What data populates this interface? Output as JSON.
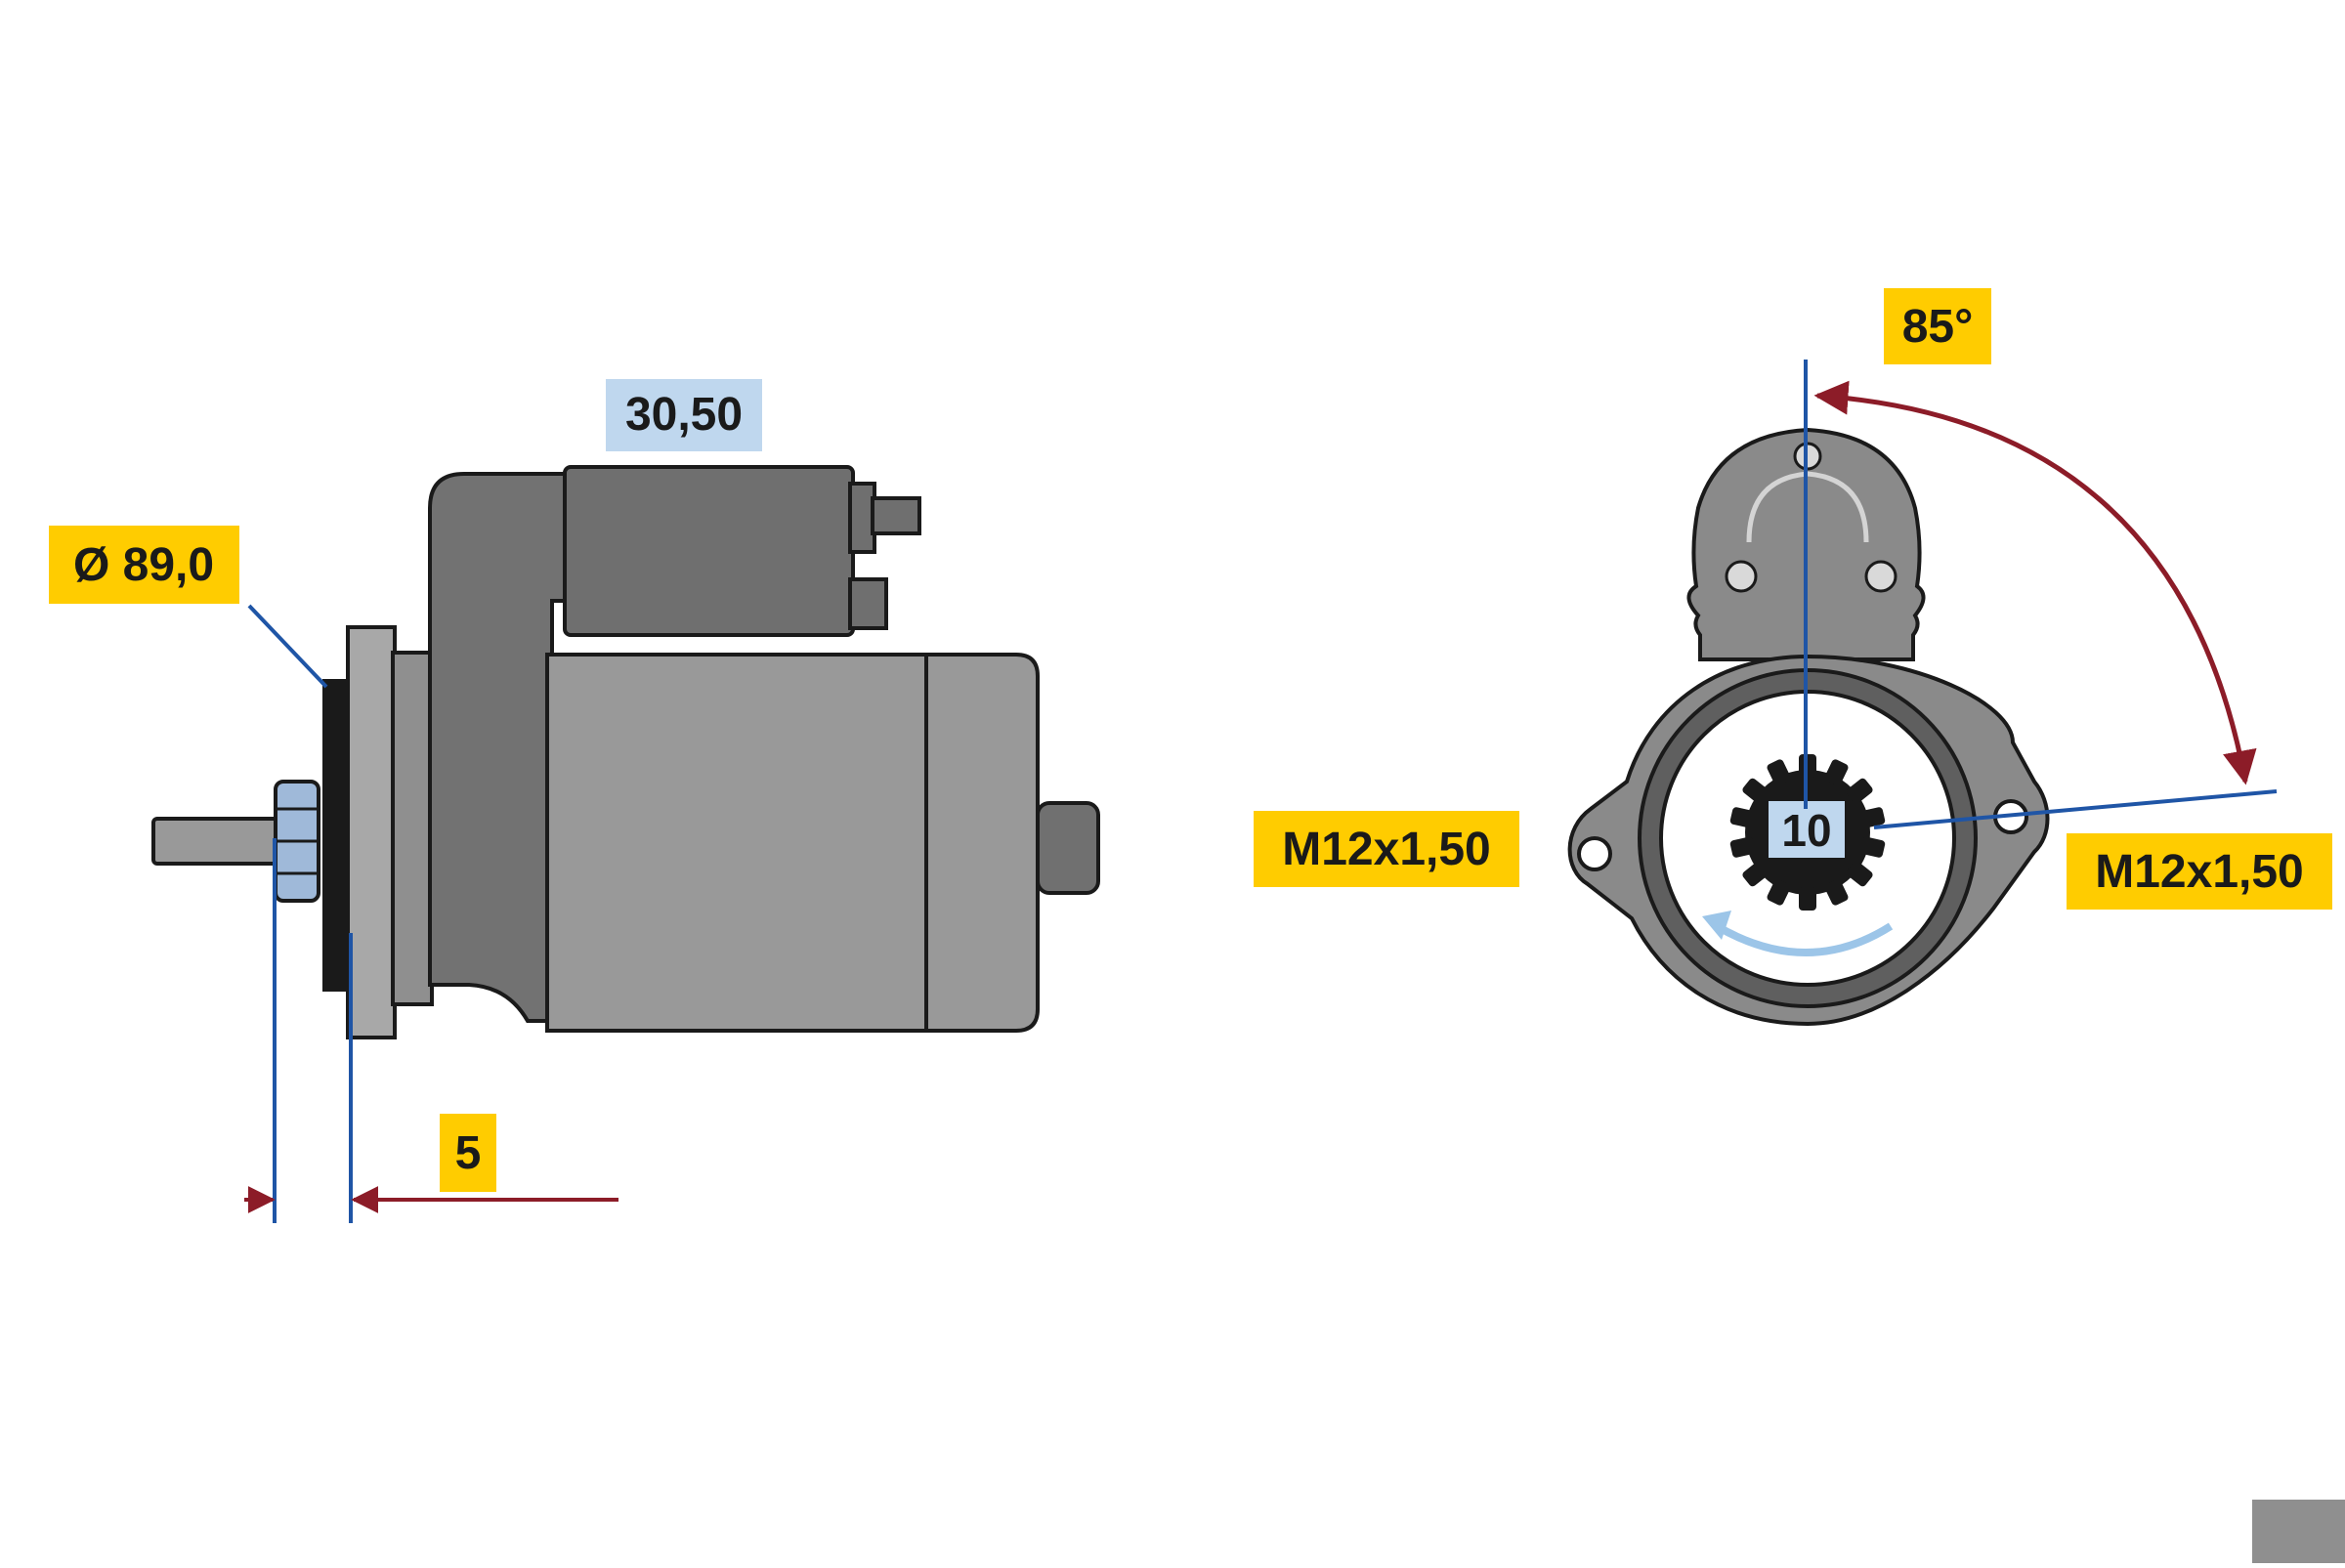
{
  "labels": {
    "solenoid_length": "30,50",
    "flange_diameter": "Ø 89,0",
    "pinion_offset": "5",
    "mount_angle": "85°",
    "thread_left": "M12x1,50",
    "thread_right": "M12x1,50",
    "teeth_count": "10"
  },
  "colors": {
    "label_yellow": "#ffcc00",
    "label_blue": "#bfd7ee",
    "dimension_blue": "#1f55a6",
    "dimension_red": "#8c1c28",
    "body_gray": "#999999",
    "dark_gray": "#6f6f6f",
    "outline": "#1a1a1a"
  }
}
